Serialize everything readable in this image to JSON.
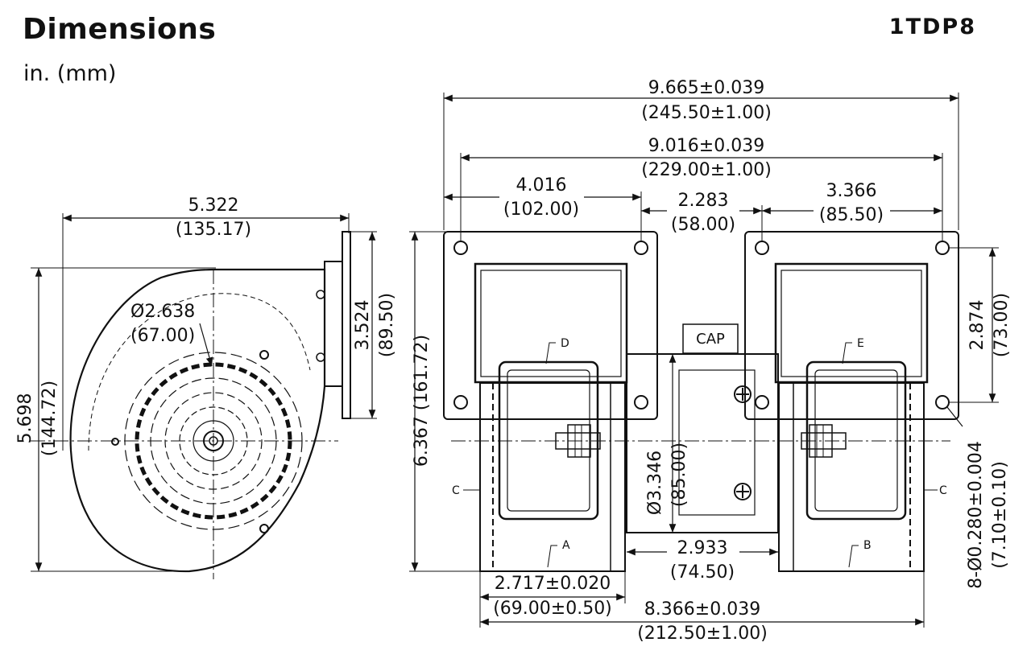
{
  "title": "Dimensions",
  "units": "in. (mm)",
  "model": "1TDP8",
  "side_view": {
    "width": {
      "in": "5.322",
      "mm": "(135.17)"
    },
    "inlet_diameter": {
      "in": "Ø2.638",
      "mm": "(67.00)"
    },
    "outlet_height": {
      "in": "3.524",
      "mm": "(89.50)"
    },
    "overall_height": {
      "in": "5.698",
      "mm": "(144.72)"
    }
  },
  "front_view": {
    "overall_width": {
      "in": "9.665±0.039",
      "mm": "(245.50±1.00)"
    },
    "hole_span": {
      "in": "9.016±0.039",
      "mm": "(229.00±1.00)"
    },
    "left_hole_spacing": {
      "in": "4.016",
      "mm": "(102.00)"
    },
    "center_gap": {
      "in": "2.283",
      "mm": "(58.00)"
    },
    "right_hole_spacing": {
      "in": "3.366",
      "mm": "(85.50)"
    },
    "vertical_hole_spacing": {
      "in": "2.874",
      "mm": "(73.00)"
    },
    "overall_height": {
      "text": "6.367 (161.72)"
    },
    "motor_diameter": {
      "in": "Ø3.346",
      "mm": "(85.00)"
    },
    "motor_length": {
      "in": "2.933",
      "mm": "(74.50)"
    },
    "housing_width": {
      "in": "2.717±0.020",
      "mm": "(69.00±0.50)"
    },
    "base_width": {
      "in": "8.366±0.039",
      "mm": "(212.50±1.00)"
    },
    "mounting_holes": {
      "in": "8-Ø0.280±0.004",
      "mm": "(7.10±0.10)"
    },
    "capacitor_label": "CAP",
    "labels": {
      "a": "A",
      "b": "B",
      "c_left": "C",
      "c_right": "C",
      "d": "D",
      "e": "E"
    }
  }
}
